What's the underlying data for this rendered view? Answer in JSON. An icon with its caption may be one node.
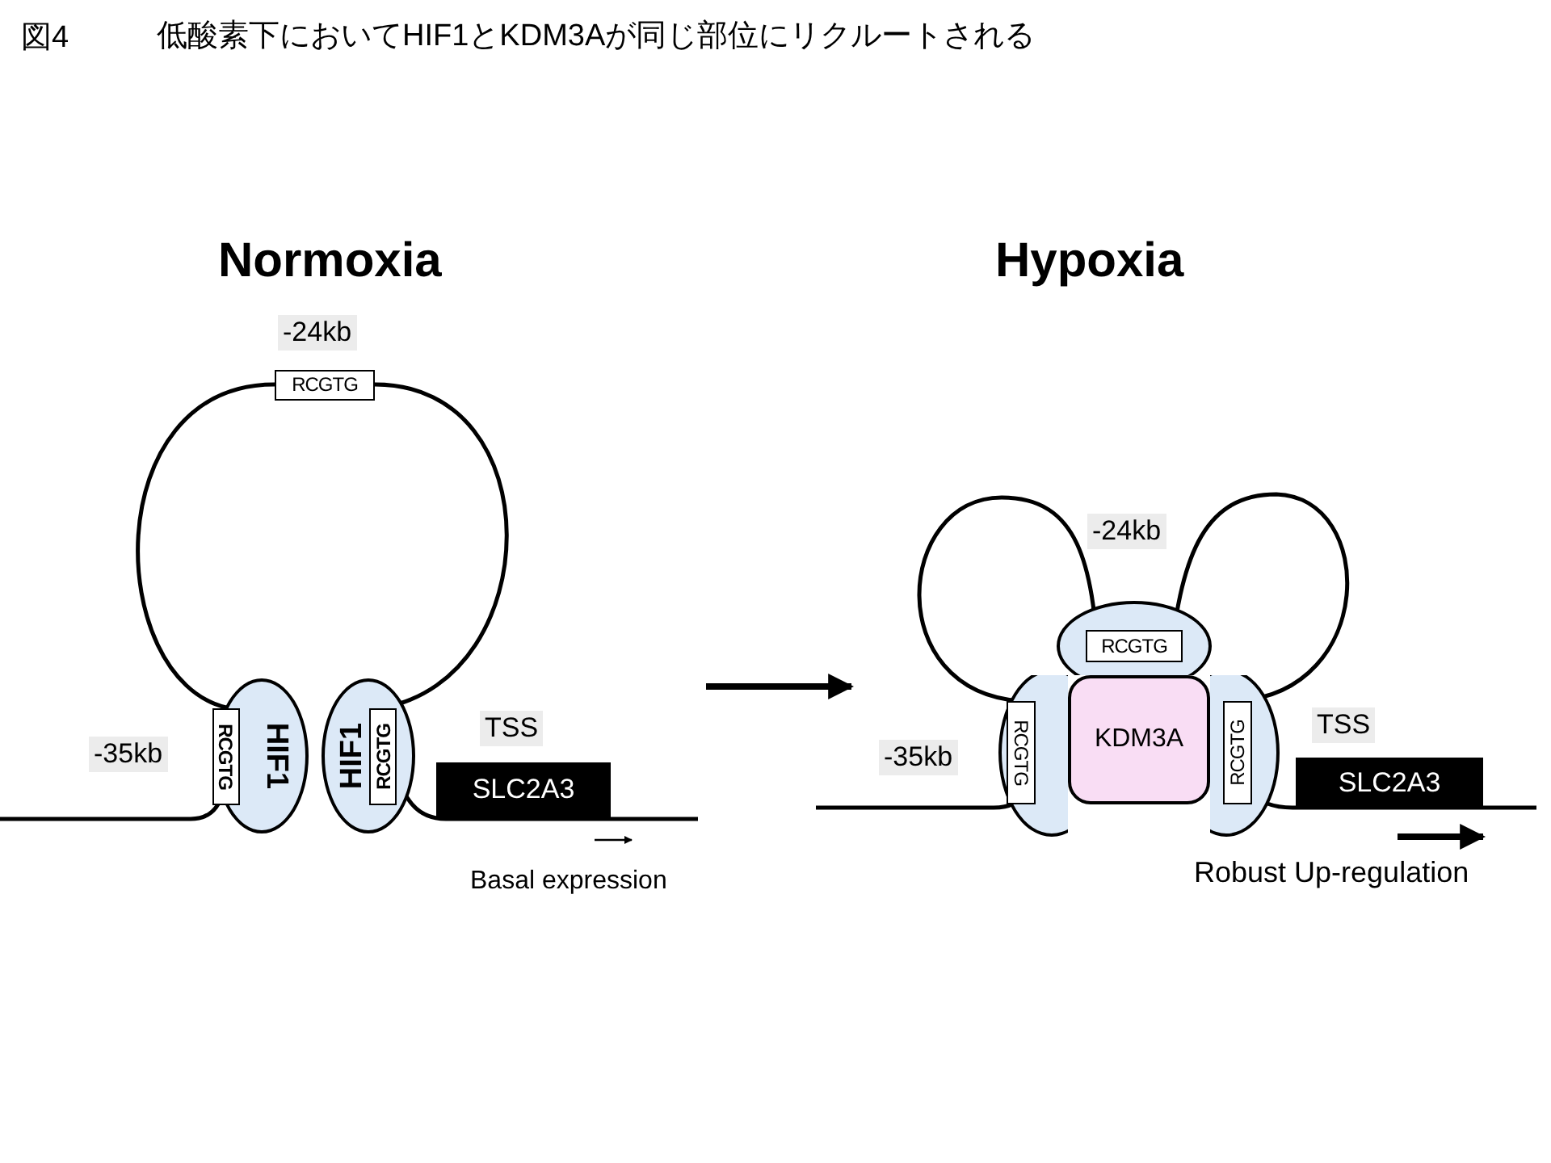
{
  "diagram": {
    "title": "低酸素下においてHIF1とKDM3Aが同じ部位にリクルートされる",
    "nodes": [
      {
        "text": [
          "RCGTG"
        ],
        "beside": [
          "-24kb"
        ]
      },
      {
        "text": [
          "HIF1"
        ]
      },
      {
        "text": [
          "RCGTG"
        ],
        "in": 1
      },
      {
        "text": [
          "HIF1"
        ]
      },
      {
        "text": [
          "RCGTG"
        ],
        "in": 3
      },
      {
        "text": [
          "SLC2A3"
        ],
        "beside": [
          "TSS"
        ]
      },
      {
        "text": [],
        "shape": "ellipse",
        "beside": [
          "-24kb"
        ]
      },
      {
        "text": [
          "RCGTG"
        ],
        "in": 6
      },
      {
        "text": [],
        "shape": "ellipse"
      },
      {
        "text": [
          "RCGTG"
        ],
        "in": 8
      },
      {
        "text": [
          "KDM3A"
        ]
      },
      {
        "text": [],
        "shape": "ellipse"
      },
      {
        "text": [
          "RCGTG"
        ],
        "in": 11
      },
      {
        "text": [
          "SLC2A3"
        ],
        "beside": [
          "TSS"
        ]
      }
    ],
    "edges": [
      {
        "from": 2,
        "to": 0,
        "arrow": "none"
      },
      {
        "from": 0,
        "to": 4,
        "arrow": "none"
      },
      {
        "from": 9,
        "to": 7,
        "arrow": "none"
      },
      {
        "from": 7,
        "to": 12,
        "arrow": "none"
      }
    ],
    "labels": [
      "図4",
      "Normoxia",
      "Hypoxia",
      "-35kb",
      "Basal expression",
      "-35kb",
      "Robust Up-regulation"
    ]
  }
}
